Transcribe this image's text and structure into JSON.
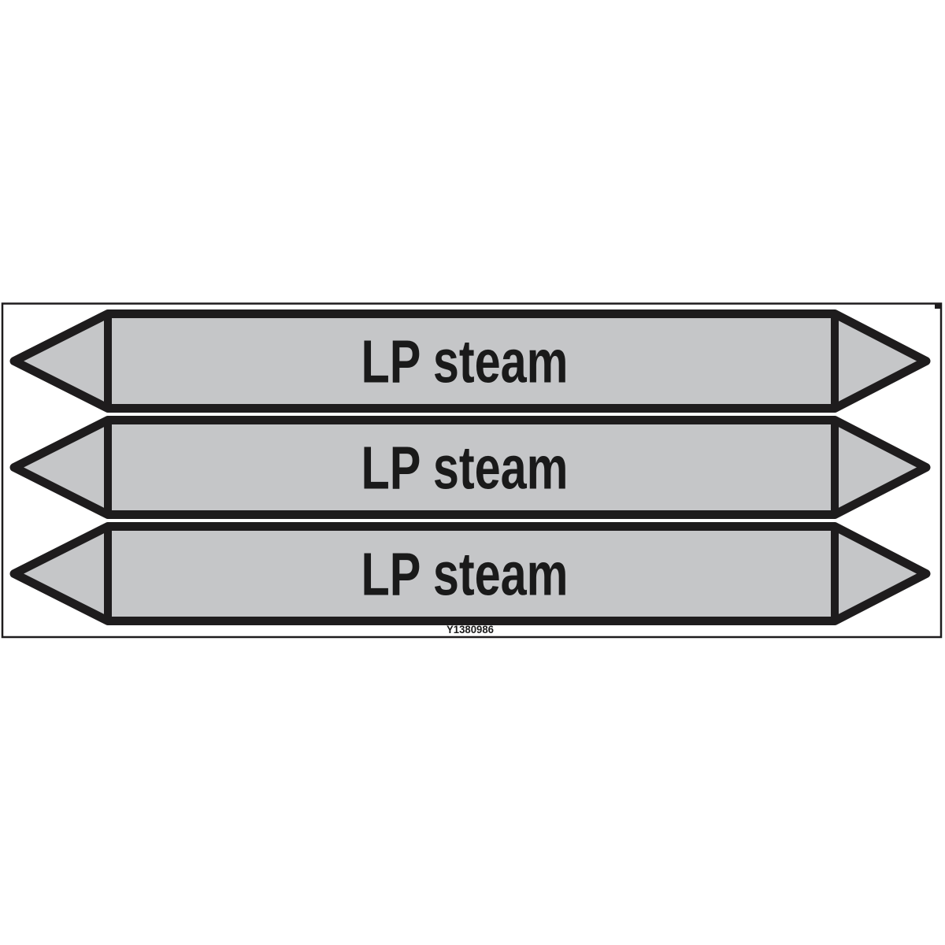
{
  "sheet": {
    "code": "Y1380986",
    "background_color": "#ffffff",
    "border_color": "#1e1c1d"
  },
  "markers": [
    {
      "label": "LP steam"
    },
    {
      "label": "LP steam"
    },
    {
      "label": "LP steam"
    }
  ],
  "colors": {
    "marker_fill": "#c5c6c8",
    "marker_outline": "#1e1c1d",
    "label_text": "#1a1a1a"
  }
}
